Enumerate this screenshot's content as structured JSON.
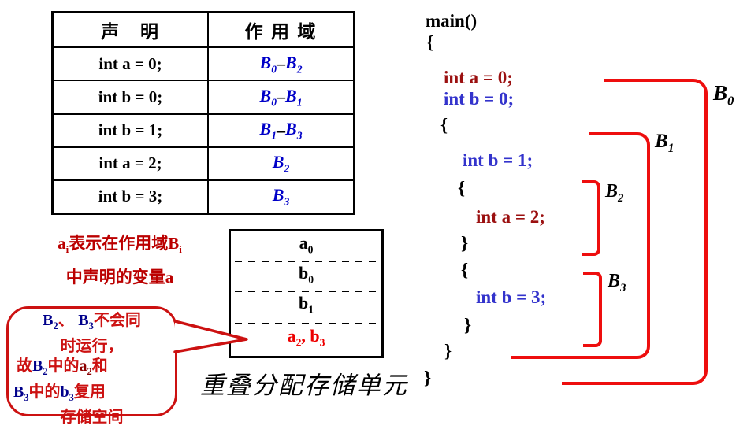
{
  "colors": {
    "bracket_red": "#EE0E0E",
    "code_a_red": "#9B1010",
    "code_b_blue": "#3333CC",
    "table_scope_blue": "#0000C8",
    "note_red": "#BB0000",
    "bubble_red": "#CC1111",
    "bubble_dark_blue": "#00008B",
    "bubble_dark_red": "#8B0000",
    "memory_red": "#EE0000"
  },
  "table": {
    "headers": [
      "声　明",
      "作 用 域"
    ],
    "rows": [
      {
        "decl": "int a = 0;",
        "scope": [
          {
            "t": "B",
            "sub": "0"
          },
          {
            "t": " – ",
            "cls": "k"
          },
          {
            "t": "B",
            "sub": "2"
          }
        ]
      },
      {
        "decl": "int b = 0;",
        "scope": [
          {
            "t": "B",
            "sub": "0"
          },
          {
            "t": " – ",
            "cls": "k"
          },
          {
            "t": "B",
            "sub": "1"
          }
        ]
      },
      {
        "decl": "int b = 1;",
        "scope": [
          {
            "t": "B",
            "sub": "1"
          },
          {
            "t": " – ",
            "cls": "k"
          },
          {
            "t": "B",
            "sub": "3"
          }
        ]
      },
      {
        "decl": "int a = 2;",
        "scope": [
          {
            "t": "B",
            "sub": "2"
          }
        ]
      },
      {
        "decl": "int b = 3;",
        "scope": [
          {
            "t": "B",
            "sub": "3"
          }
        ]
      }
    ]
  },
  "note": {
    "line1": [
      {
        "t": "a",
        "sub": "i",
        "cls": "lat"
      },
      {
        "t": "表示在作用域"
      },
      {
        "t": "B",
        "sub": "i",
        "cls": "lat"
      }
    ],
    "line2": [
      {
        "t": "中声明的变量"
      },
      {
        "t": "a",
        "cls": "lat"
      }
    ]
  },
  "bubble": {
    "line1": [
      {
        "t": "B",
        "sub": "2",
        "cls": "db"
      },
      {
        "t": "、 ",
        "cls": "r"
      },
      {
        "t": "B",
        "sub": "3",
        "cls": "db"
      },
      {
        "t": "不会同",
        "cls": "r"
      }
    ],
    "line2": [
      {
        "t": "时运行，",
        "cls": "r"
      }
    ],
    "line3": [
      {
        "t": "故",
        "cls": "r"
      },
      {
        "t": "B",
        "sub": "2",
        "cls": "db"
      },
      {
        "t": "中的",
        "cls": "r"
      },
      {
        "t": "a",
        "sub": "2",
        "cls": "dr"
      },
      {
        "t": "和",
        "cls": "r"
      }
    ],
    "line4": [
      {
        "t": "B",
        "sub": "3",
        "cls": "db"
      },
      {
        "t": "中的",
        "cls": "r"
      },
      {
        "t": "b",
        "sub": "3",
        "cls": "db"
      },
      {
        "t": "复用",
        "cls": "r"
      }
    ],
    "line5": [
      {
        "t": "存储空间",
        "cls": "r"
      }
    ]
  },
  "memory": {
    "row1": [
      {
        "t": "a",
        "sub": "0"
      }
    ],
    "row2": [
      {
        "t": "b",
        "sub": "0"
      }
    ],
    "row3": [
      {
        "t": "b",
        "sub": "1"
      }
    ],
    "row4": [
      {
        "t": "a",
        "sub": "2"
      },
      {
        "t": ", "
      },
      {
        "t": "b",
        "sub": "3"
      }
    ]
  },
  "caption": "重叠分配存储单元",
  "code": {
    "lines": [
      {
        "text": "main()",
        "cls": "k"
      },
      {
        "text": "{",
        "cls": "k"
      },
      {
        "text": "int a = 0;",
        "cls": "a"
      },
      {
        "text": "int b = 0;",
        "cls": "b"
      },
      {
        "text": "{",
        "cls": "k"
      },
      {
        "text": "int b = 1;",
        "cls": "b"
      },
      {
        "text": "{",
        "cls": "k"
      },
      {
        "text": "int a = 2;",
        "cls": "a"
      },
      {
        "text": "}",
        "cls": "k"
      },
      {
        "text": "{",
        "cls": "k"
      },
      {
        "text": "int b = 3;",
        "cls": "b"
      },
      {
        "text": "}",
        "cls": "k"
      },
      {
        "text": "}",
        "cls": "k"
      },
      {
        "text": "}",
        "cls": "k"
      }
    ]
  },
  "bracket_labels": {
    "b0": [
      {
        "t": "B",
        "sub": "0"
      }
    ],
    "b1": [
      {
        "t": "B",
        "sub": "1"
      }
    ],
    "b2": [
      {
        "t": "B",
        "sub": "2"
      }
    ],
    "b3": [
      {
        "t": "B",
        "sub": "3"
      }
    ]
  }
}
